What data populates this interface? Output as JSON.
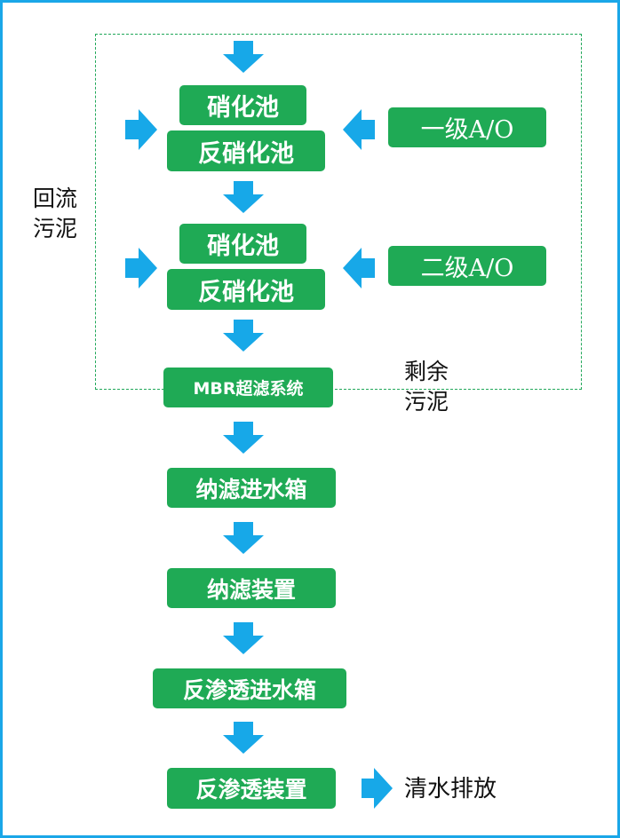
{
  "colors": {
    "border": "#1aa7e8",
    "box_fill": "#1faa55",
    "arrow": "#17a8e8",
    "dash": "#22a85a"
  },
  "stage1": {
    "top": "硝化池",
    "bottom": "反硝化池",
    "tag": "一级A/O"
  },
  "stage2": {
    "top": "硝化池",
    "bottom": "反硝化池",
    "tag": "二级A/O"
  },
  "mbr": "MBR超滤系统",
  "nf_tank": "纳滤进水箱",
  "nf_device": "纳滤装置",
  "ro_tank": "反渗透进水箱",
  "ro_device": "反渗透装置",
  "discharge": "清水排放",
  "labels": {
    "return_sludge": [
      "回流",
      "污泥"
    ],
    "excess_sludge": [
      "剩余",
      "污泥"
    ]
  },
  "arrows": [
    "arrow-down-icon",
    "arrow-right-icon",
    "arrow-left-icon"
  ]
}
